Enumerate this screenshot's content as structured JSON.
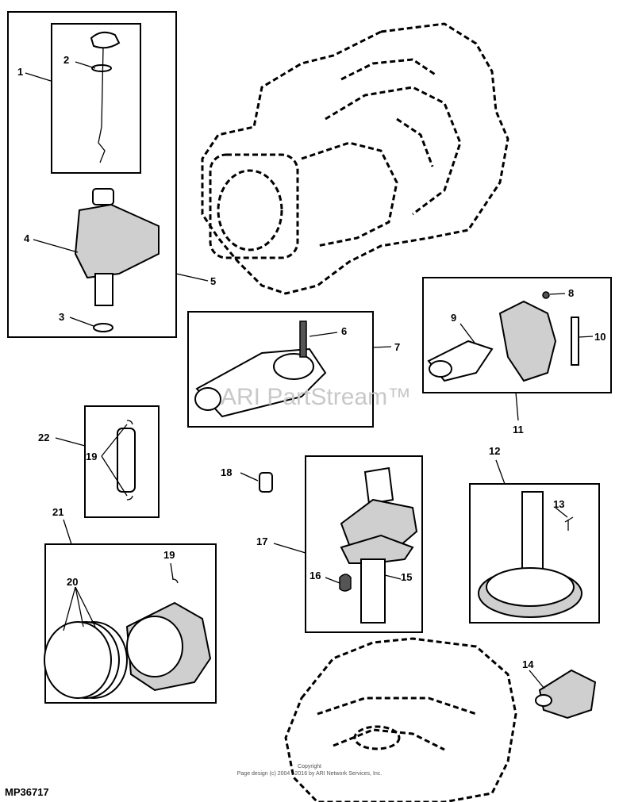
{
  "figure_id": "MP36717",
  "watermark": "ARI PartStream™",
  "copyright_line1": "Copyright",
  "copyright_line2": "Page design (c) 2004 - 2016 by ARI Network Services, Inc.",
  "callouts": {
    "c1": "1",
    "c2": "2",
    "c3": "3",
    "c4": "4",
    "c5": "5",
    "c6": "6",
    "c7": "7",
    "c8": "8",
    "c9": "9",
    "c10": "10",
    "c11": "11",
    "c12": "12",
    "c13": "13",
    "c14": "14",
    "c15": "15",
    "c16": "16",
    "c17": "17",
    "c18": "18",
    "c19a": "19",
    "c19b": "19",
    "c20": "20",
    "c21": "21",
    "c22": "22"
  }
}
